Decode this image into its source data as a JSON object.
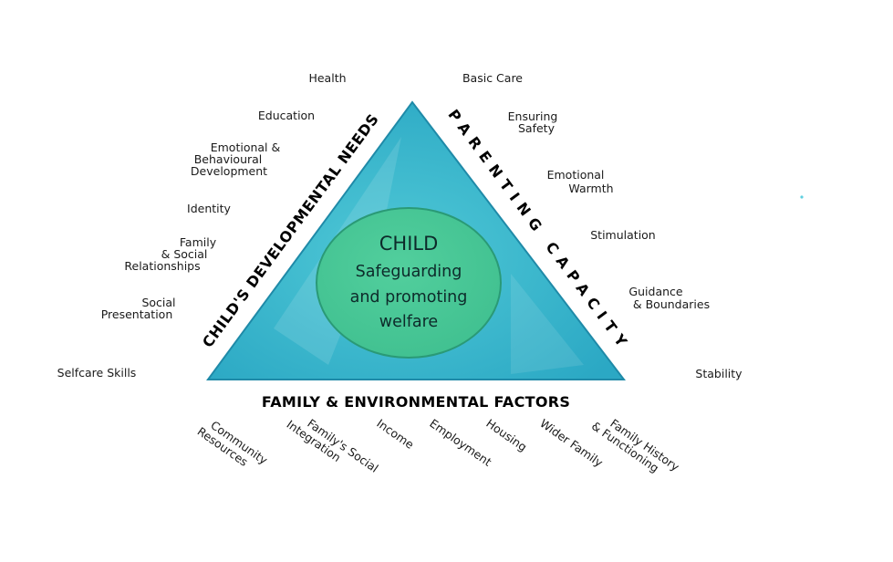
{
  "colors": {
    "triangle_outer": "#2ba8c4",
    "triangle_light": "#4fc8d6",
    "triangle_edge": "#1f8aa8",
    "circle_fill": "#3fbf8f",
    "circle_stroke": "#2a9a76",
    "text": "#1a1a1a"
  },
  "center": {
    "title": "CHILD",
    "line1": "Safeguarding",
    "line2": "and promoting",
    "line3": "welfare"
  },
  "sides": {
    "left": "CHILD'S DEVELOPMENTAL NEEDS",
    "right": "PARENTING CAPACITY",
    "bottom": "FAMILY & ENVIRONMENTAL FACTORS"
  },
  "left_items": [
    [
      "Health"
    ],
    [
      "Education"
    ],
    [
      "Emotional &",
      "Behavioural",
      "Development"
    ],
    [
      "Identity"
    ],
    [
      "Family",
      "& Social",
      "Relationships"
    ],
    [
      "Social",
      "Presentation"
    ],
    [
      "Selfcare Skills"
    ]
  ],
  "right_items": [
    [
      "Basic Care"
    ],
    [
      "Ensuring",
      "Safety"
    ],
    [
      "Emotional",
      "Warmth"
    ],
    [
      "Stimulation"
    ],
    [
      "Guidance",
      "& Boundaries"
    ],
    [
      "Stability"
    ]
  ],
  "bottom_items": [
    [
      "Community",
      "Resources"
    ],
    [
      "Family's Social",
      "Integration"
    ],
    [
      "Income"
    ],
    [
      "Employment"
    ],
    [
      "Housing"
    ],
    [
      "Wider Family"
    ],
    [
      "Family History",
      "& Functioning"
    ]
  ]
}
